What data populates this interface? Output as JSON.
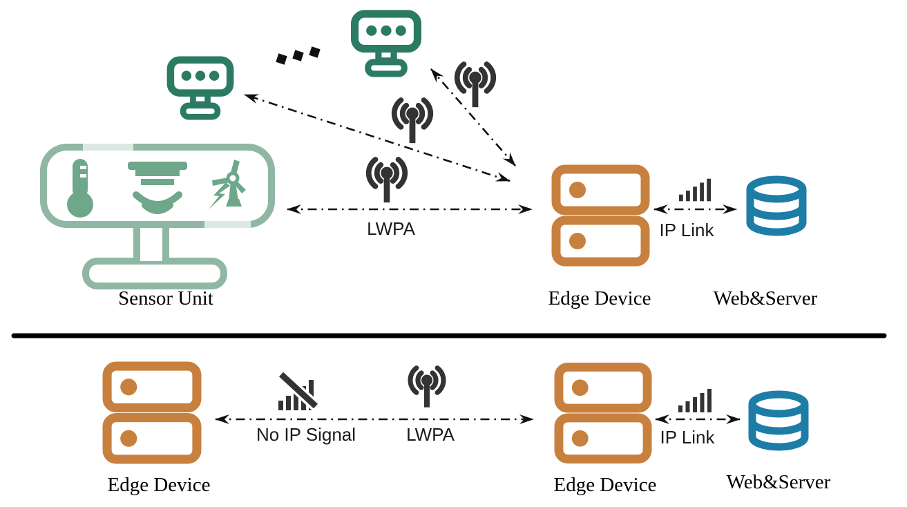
{
  "diagram_title": "",
  "colors": {
    "sensor_node_teal": "#2b7a63",
    "sensor_unit_sage": "#8fb7a4",
    "sensor_unit_icon_sage": "#6ea78a",
    "sensor_unit_highlight": "#dce9e2",
    "edge_device_orange": "#c8803e",
    "web_server_blue": "#1e7da6",
    "icon_dark": "#333333",
    "arrow_black": "#111111",
    "text_black": "#000000"
  },
  "icons": [
    "sensor-node-icon",
    "ellipsis-dots",
    "thermometer-icon",
    "smoke-detector-icon",
    "wind-turbine-icon",
    "antenna-icon",
    "server-stack-icon",
    "signal-bars-icon",
    "no-signal-icon",
    "database-icon"
  ],
  "top": {
    "sensor_unit": {
      "label": "Sensor Unit"
    },
    "edge_device": {
      "label": "Edge Device"
    },
    "web_server": {
      "label": "Web&Server"
    },
    "links": {
      "lwpa": {
        "label": "LWPA"
      },
      "ip_link": {
        "label": "IP Link"
      }
    }
  },
  "bottom": {
    "edge_device_left": {
      "label": "Edge Device"
    },
    "edge_device_right": {
      "label": "Edge Device"
    },
    "web_server": {
      "label": "Web&Server"
    },
    "links": {
      "no_ip": {
        "label": "No IP Signal"
      },
      "lwpa": {
        "label": "LWPA"
      },
      "ip_link": {
        "label": "IP Link"
      }
    }
  }
}
